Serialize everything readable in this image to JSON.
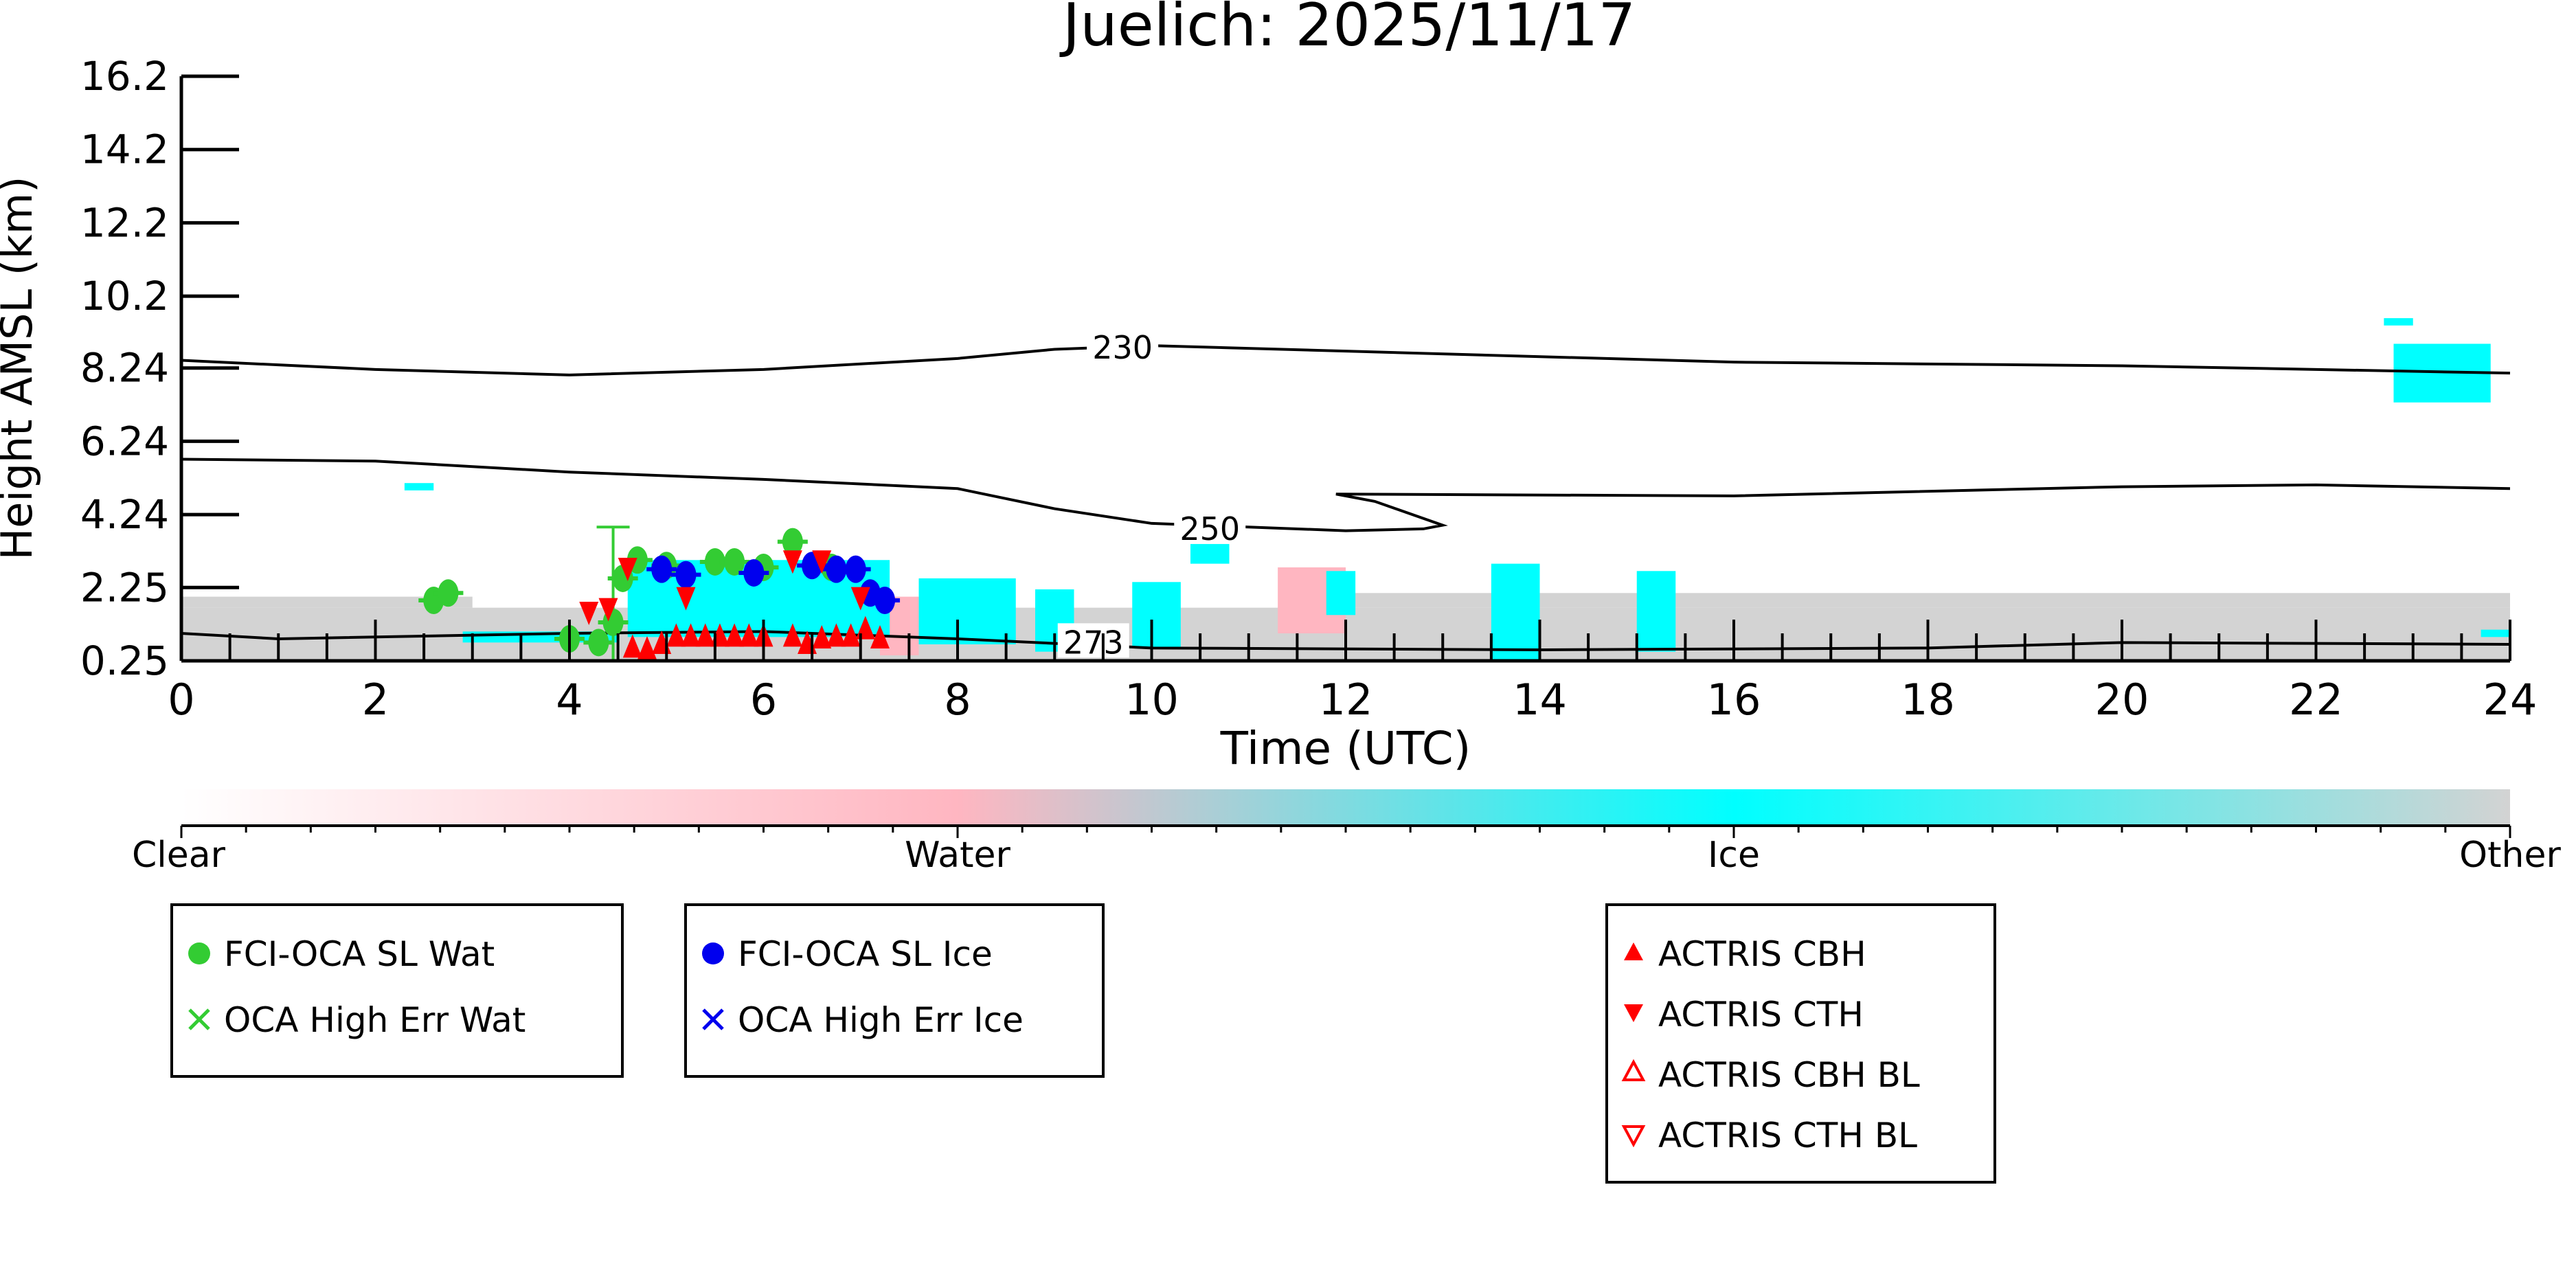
{
  "chart_data": {
    "type": "heatmap",
    "title": "Juelich: 2025/11/17",
    "xlabel": "Time (UTC)",
    "ylabel": "Height AMSL (km)",
    "xlim": [
      0,
      24
    ],
    "ylim": [
      0.25,
      16.2
    ],
    "xticks": [
      "0",
      "2",
      "4",
      "6",
      "8",
      "10",
      "12",
      "14",
      "16",
      "18",
      "20",
      "22",
      "24"
    ],
    "yticks": [
      "0.25",
      "2.25",
      "4.24",
      "6.24",
      "8.24",
      "10.2",
      "12.2",
      "14.2",
      "16.2"
    ],
    "colorbar": {
      "labels": [
        "Clear",
        "Water",
        "Ice",
        "Other"
      ],
      "colors": {
        "Clear": "#ffffff",
        "Water": "#ffb6c1",
        "Ice": "#00ffff",
        "Other": "#d3d3d3"
      }
    },
    "cloud_regions": [
      {
        "class": "Other",
        "t": [
          0,
          24
        ],
        "h": [
          0.25,
          1.7
        ]
      },
      {
        "class": "Other",
        "t": [
          0,
          3
        ],
        "h": [
          1.7,
          2.0
        ]
      },
      {
        "class": "Other",
        "t": [
          12,
          24
        ],
        "h": [
          1.7,
          2.1
        ]
      },
      {
        "class": "Water",
        "t": [
          11.3,
          12.0
        ],
        "h": [
          1.0,
          2.8
        ]
      },
      {
        "class": "Water",
        "t": [
          7.2,
          7.6
        ],
        "h": [
          0.4,
          2.0
        ]
      },
      {
        "class": "Ice",
        "t": [
          2.9,
          4.5
        ],
        "h": [
          0.75,
          1.05
        ]
      },
      {
        "class": "Ice",
        "t": [
          4.6,
          7.3
        ],
        "h": [
          0.9,
          3.0
        ]
      },
      {
        "class": "Ice",
        "t": [
          7.6,
          8.6
        ],
        "h": [
          0.7,
          2.5
        ]
      },
      {
        "class": "Ice",
        "t": [
          8.8,
          9.2
        ],
        "h": [
          0.5,
          2.2
        ]
      },
      {
        "class": "Ice",
        "t": [
          9.8,
          10.3
        ],
        "h": [
          0.6,
          2.4
        ]
      },
      {
        "class": "Ice",
        "t": [
          10.4,
          10.8
        ],
        "h": [
          2.9,
          4.0
        ]
      },
      {
        "class": "Ice",
        "t": [
          11.8,
          12.1
        ],
        "h": [
          1.5,
          2.7
        ]
      },
      {
        "class": "Ice",
        "t": [
          13.5,
          14.0
        ],
        "h": [
          0.25,
          2.9
        ]
      },
      {
        "class": "Ice",
        "t": [
          15.0,
          15.4
        ],
        "h": [
          0.5,
          2.7
        ]
      },
      {
        "class": "Ice",
        "t": [
          22.8,
          23.8
        ],
        "h": [
          7.3,
          8.9
        ]
      },
      {
        "class": "Ice",
        "t": [
          22.7,
          23.0
        ],
        "h": [
          9.4,
          9.6
        ]
      },
      {
        "class": "Ice",
        "t": [
          2.3,
          2.6
        ],
        "h": [
          4.9,
          5.1
        ]
      },
      {
        "class": "Ice",
        "t": [
          23.7,
          24
        ],
        "h": [
          0.9,
          1.1
        ]
      }
    ],
    "contours": [
      {
        "label": "230",
        "label_at": [
          9.7,
          8.8
        ],
        "points": [
          [
            0,
            8.45
          ],
          [
            2,
            8.2
          ],
          [
            4,
            8.05
          ],
          [
            6,
            8.2
          ],
          [
            8,
            8.5
          ],
          [
            9,
            8.75
          ],
          [
            10,
            8.85
          ],
          [
            12,
            8.7
          ],
          [
            16,
            8.4
          ],
          [
            20,
            8.3
          ],
          [
            24,
            8.1
          ]
        ]
      },
      {
        "label": "250",
        "label_at": [
          10.6,
          3.85
        ],
        "points": [
          [
            0,
            5.75
          ],
          [
            2,
            5.7
          ],
          [
            4,
            5.4
          ],
          [
            6,
            5.2
          ],
          [
            8,
            4.95
          ],
          [
            9,
            4.4
          ],
          [
            10,
            4.0
          ],
          [
            12,
            3.8
          ],
          [
            12.8,
            3.85
          ],
          [
            13,
            3.95
          ],
          [
            12.3,
            4.6
          ],
          [
            11.9,
            4.8
          ],
          [
            16,
            4.75
          ],
          [
            20,
            5.0
          ],
          [
            22,
            5.05
          ],
          [
            24,
            4.95
          ]
        ]
      },
      {
        "label": "273",
        "label_at": [
          9.4,
          0.75
        ],
        "points": [
          [
            0,
            1.0
          ],
          [
            1,
            0.85
          ],
          [
            4,
            1.0
          ],
          [
            6,
            1.05
          ],
          [
            8,
            0.85
          ],
          [
            10,
            0.6
          ],
          [
            14,
            0.55
          ],
          [
            18,
            0.6
          ],
          [
            20,
            0.75
          ],
          [
            24,
            0.7
          ]
        ]
      }
    ],
    "series": [
      {
        "name": "FCI-OCA SL Wat",
        "marker": "circle",
        "color": "#33cc33",
        "points": [
          [
            2.6,
            1.9
          ],
          [
            2.75,
            2.1
          ],
          [
            4.0,
            0.85
          ],
          [
            4.3,
            0.75
          ],
          [
            4.45,
            1.3
          ],
          [
            4.55,
            2.5
          ],
          [
            4.7,
            3.0
          ],
          [
            5.0,
            2.85
          ],
          [
            5.5,
            2.95
          ],
          [
            5.7,
            2.95
          ],
          [
            6.0,
            2.8
          ],
          [
            6.3,
            3.5
          ],
          [
            6.7,
            2.8
          ]
        ]
      },
      {
        "name": "OCA High Err Wat",
        "marker": "x",
        "color": "#33cc33",
        "points": []
      },
      {
        "name": "FCI-OCA SL Ice",
        "marker": "circle",
        "color": "#0000ee",
        "points": [
          [
            4.95,
            2.75
          ],
          [
            5.2,
            2.6
          ],
          [
            5.9,
            2.65
          ],
          [
            6.5,
            2.85
          ],
          [
            6.75,
            2.75
          ],
          [
            6.95,
            2.75
          ],
          [
            7.1,
            2.1
          ],
          [
            7.25,
            1.9
          ]
        ]
      },
      {
        "name": "OCA High Err Ice",
        "marker": "x",
        "color": "#0000ee",
        "points": []
      },
      {
        "name": "ACTRIS CBH",
        "marker": "triangle-up",
        "color": "#ff0000",
        "points": [
          [
            4.65,
            0.6
          ],
          [
            4.8,
            0.55
          ],
          [
            4.95,
            0.7
          ],
          [
            5.1,
            0.9
          ],
          [
            5.25,
            0.9
          ],
          [
            5.4,
            0.9
          ],
          [
            5.55,
            0.9
          ],
          [
            5.7,
            0.9
          ],
          [
            5.85,
            0.9
          ],
          [
            6.0,
            0.9
          ],
          [
            6.3,
            0.9
          ],
          [
            6.45,
            0.7
          ],
          [
            6.6,
            0.85
          ],
          [
            6.75,
            0.9
          ],
          [
            6.9,
            0.9
          ],
          [
            7.05,
            1.1
          ],
          [
            7.2,
            0.85
          ]
        ]
      },
      {
        "name": "ACTRIS CTH",
        "marker": "triangle-down",
        "color": "#ff0000",
        "points": [
          [
            4.2,
            1.6
          ],
          [
            4.4,
            1.7
          ],
          [
            4.6,
            2.8
          ],
          [
            5.2,
            2.0
          ],
          [
            6.3,
            3.0
          ],
          [
            6.6,
            3.0
          ],
          [
            7.0,
            2.0
          ]
        ]
      },
      {
        "name": "ACTRIS CBH BL",
        "marker": "triangle-up-open",
        "color": "#ff0000",
        "points": []
      },
      {
        "name": "ACTRIS CTH BL",
        "marker": "triangle-down-open",
        "color": "#ff0000",
        "points": []
      }
    ],
    "error_bars": [
      {
        "t": 4.45,
        "h": [
          0.25,
          3.9
        ]
      }
    ]
  }
}
